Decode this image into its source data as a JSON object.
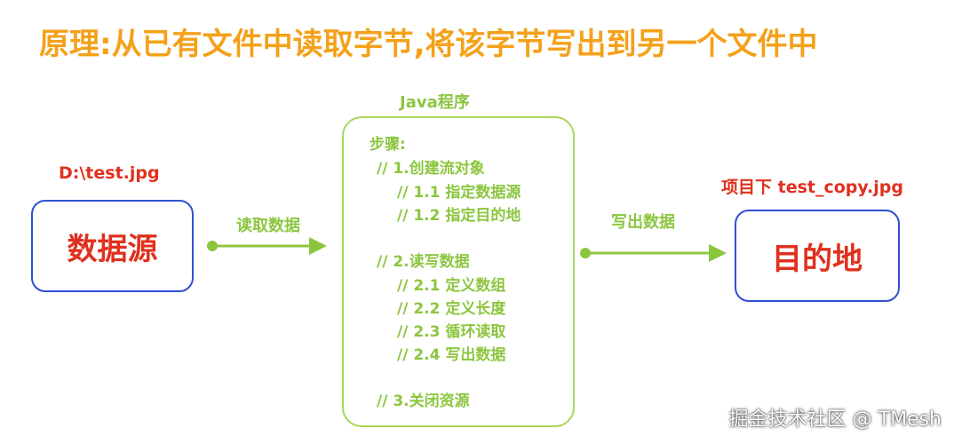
{
  "title": "原理:从已有文件中读取字节,将该字节写出到另一个文件中",
  "source": {
    "path": "D:\\test.jpg",
    "label": "数据源"
  },
  "destination": {
    "path": "项目下 test_copy.jpg",
    "label": "目的地"
  },
  "program": {
    "title": "Java程序",
    "lines": [
      "步骤:",
      "// 1.创建流对象",
      "// 1.1 指定数据源",
      "// 1.2 指定目的地",
      "// 2.读写数据",
      "// 2.1  定义数组",
      "// 2.2  定义长度",
      "// 2.3  循环读取",
      "// 2.4  写出数据",
      "// 3.关闭资源"
    ]
  },
  "arrows": {
    "read_label": "读取数据",
    "write_label": "写出数据"
  },
  "watermark": "掘金技术社区 @ TMesh",
  "colors": {
    "title": "#f4a11a",
    "red": "#e0301e",
    "green": "#8cc63f",
    "blue_border": "#2f4fd6"
  }
}
